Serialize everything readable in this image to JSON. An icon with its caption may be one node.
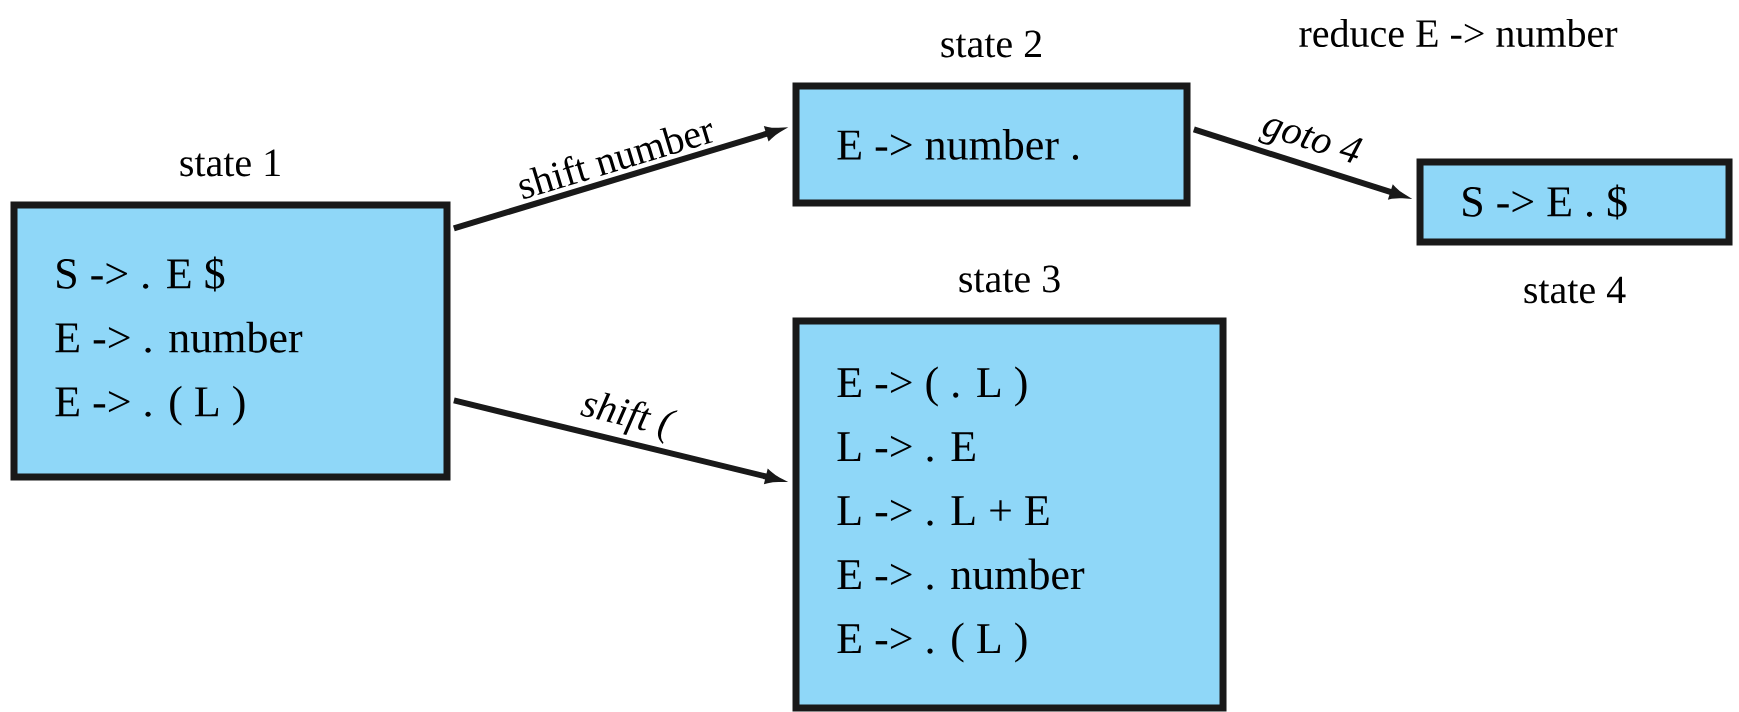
{
  "diagram": {
    "nodes": [
      {
        "text": [
          "state 1",
          "S -> . E $",
          "E -> . number",
          "E -> . ( L )"
        ]
      },
      {
        "text": [
          "state 2",
          "E -> number ."
        ]
      },
      {
        "text": [
          "state 3",
          "E -> ( . L )",
          "L -> . E",
          "L -> . L + E",
          "E -> . number",
          "E -> . ( L )"
        ]
      },
      {
        "text": [
          "S -> E . $",
          "state 4"
        ]
      }
    ],
    "edges": [
      {
        "from": 0,
        "to": 1,
        "arrow": "to",
        "label": "shift number"
      },
      {
        "from": 0,
        "to": 2,
        "arrow": "to",
        "label": "*shift (*"
      },
      {
        "from": 1,
        "to": 3,
        "arrow": "to",
        "label": "*goto 4*"
      }
    ],
    "labels": [
      "reduce E -> number"
    ]
  }
}
